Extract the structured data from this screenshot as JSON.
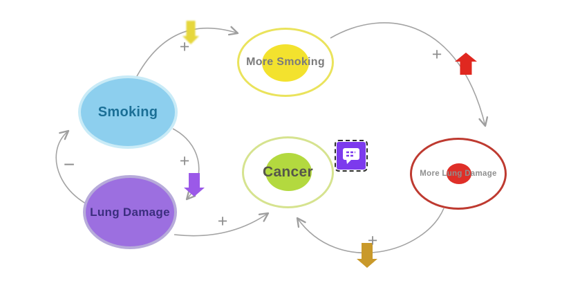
{
  "canvas": {
    "background": "#FFFFFF"
  },
  "diagram": {
    "type": "causal-loop-diagram",
    "nodes": [
      {
        "id": "smoking",
        "label": "Smoking",
        "style": "solid",
        "fill": "#8DCFEE",
        "border": "#C9EBF7",
        "label_color": "#1B6F96"
      },
      {
        "id": "lung-damage",
        "label": "Lung Damage",
        "style": "solid",
        "fill": "#9C6FE0",
        "border": "#B7ABDA",
        "label_color": "#3B2E7E"
      },
      {
        "id": "more-smoking",
        "label": "More Smoking",
        "style": "ring",
        "ring": "#EAE35C",
        "core": "#F3E22E",
        "label_color": "#7B7B7B"
      },
      {
        "id": "cancer",
        "label": "Cancer",
        "style": "ring",
        "ring": "#D6E38F",
        "core": "#B3D93F",
        "label_color": "#56564A"
      },
      {
        "id": "more-lung-damage",
        "label": "More Lung Damage",
        "style": "ring",
        "ring": "#BE3A30",
        "core": "#DF2F28",
        "label_color": "#8F8F8F"
      }
    ],
    "edges": [
      {
        "from": "smoking",
        "to": "more-smoking",
        "sign": "+",
        "marker": "yellow-down-arrow",
        "marker_color": "#E6D73C"
      },
      {
        "from": "more-smoking",
        "to": "more-lung-damage",
        "sign": "+",
        "marker": "red-up-arrow",
        "marker_color": "#E02820"
      },
      {
        "from": "more-lung-damage",
        "to": "cancer",
        "sign": "+",
        "marker": "gold-down-arrow",
        "marker_color": "#C9992A"
      },
      {
        "from": "lung-damage",
        "to": "cancer",
        "sign": "+",
        "marker": null
      },
      {
        "from": "smoking",
        "to": "lung-damage",
        "sign": "+",
        "marker": "purple-down-arrow",
        "marker_color": "#9B59E8"
      },
      {
        "from": "lung-damage",
        "to": "smoking",
        "sign": "−",
        "marker": null
      }
    ],
    "annotation": {
      "type": "comment-sticker",
      "color": "#7C3AED",
      "selected": true
    },
    "line_color": "#A3A3A3"
  }
}
